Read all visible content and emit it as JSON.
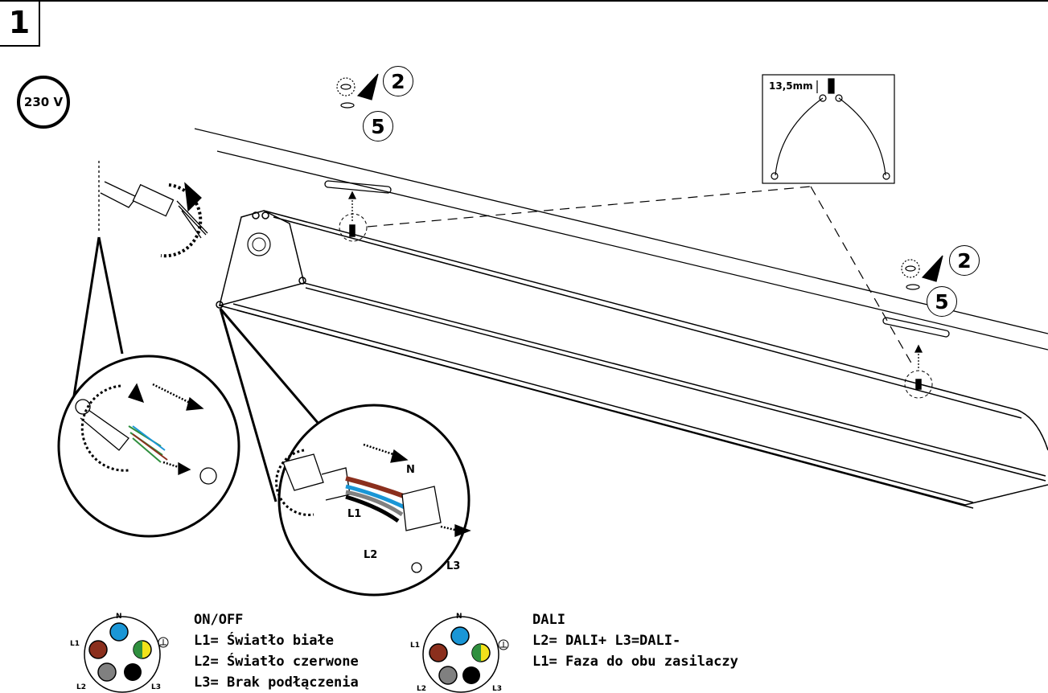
{
  "step": {
    "number": "1"
  },
  "voltage": {
    "label": "230 V"
  },
  "callouts": [
    {
      "top": "2",
      "bottom": "5"
    },
    {
      "top": "2",
      "bottom": "5"
    }
  ],
  "detail": {
    "measure": "13,5mm"
  },
  "wires": {
    "n": "N",
    "l1": "L1",
    "l2": "L2",
    "l3": "L3"
  },
  "connector_pins": {
    "n": "N",
    "l1": "L1",
    "l2": "L2",
    "l3": "L3"
  },
  "legend_onoff": {
    "title": "ON/OFF",
    "lines": [
      "L1= Światło białe",
      "L2= Światło czerwone",
      "L3= Brak podłączenia"
    ]
  },
  "legend_dali": {
    "title": "DALI",
    "lines": [
      "L2= DALI+  L3=DALI-",
      "L1= Faza do obu zasilaczy"
    ]
  },
  "colors": {
    "brown": "#8b2f1d",
    "blue": "#1a96d6",
    "green": "#2f8f3e",
    "yellow": "#f2e21b",
    "grey": "#808080",
    "black": "#000000"
  }
}
